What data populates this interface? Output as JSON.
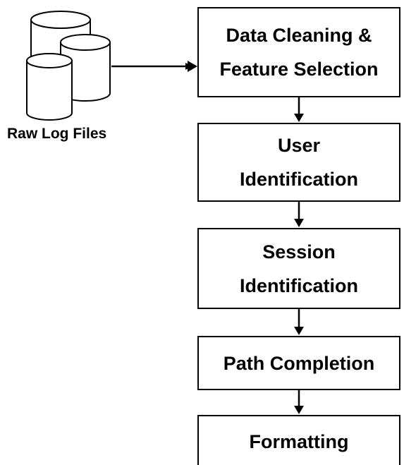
{
  "source": {
    "label": "Raw Log Files",
    "icon": "database-stack-icon"
  },
  "steps": [
    {
      "label": "Data Cleaning &\nFeature Selection"
    },
    {
      "label": "User\nIdentification"
    },
    {
      "label": "Session\nIdentification"
    },
    {
      "label": "Path Completion"
    },
    {
      "label": "Formatting"
    }
  ],
  "colors": {
    "stroke": "#000000",
    "fill": "#ffffff",
    "text": "#000000"
  }
}
